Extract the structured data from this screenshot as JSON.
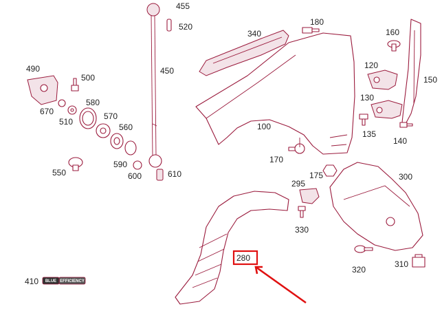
{
  "parts": {
    "p455": "455",
    "p520": "520",
    "p450": "450",
    "p610": "610",
    "p340": "340",
    "p180": "180",
    "p160": "160",
    "p150": "150",
    "p120": "120",
    "p130": "130",
    "p135": "135",
    "p140": "140",
    "p100": "100",
    "p170": "170",
    "p175": "175",
    "p295": "295",
    "p300": "300",
    "p330": "330",
    "p280": "280",
    "p320": "320",
    "p310": "310",
    "p490": "490",
    "p500": "500",
    "p670": "670",
    "p510": "510",
    "p580": "580",
    "p570": "570",
    "p560": "560",
    "p550": "550",
    "p590": "590",
    "p600": "600",
    "p410": "410"
  },
  "badge": {
    "blue": "BLUE",
    "efficiency": "EFFICIENCY"
  },
  "highlight": {
    "part": "280",
    "color": "#e01010"
  },
  "colors": {
    "line": "#9a1a3c",
    "text": "#222222"
  }
}
